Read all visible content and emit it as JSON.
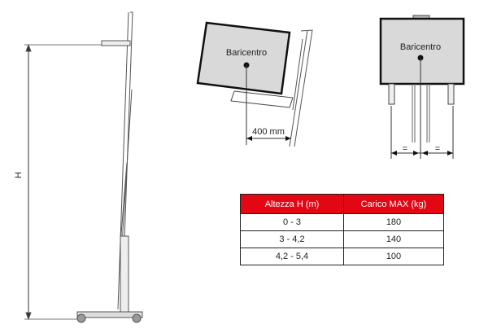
{
  "side_view": {
    "height_label": "H"
  },
  "tilt_view": {
    "center_label": "Baricentro",
    "distance_label": "400 mm"
  },
  "front_view": {
    "center_label": "Baricentro",
    "equal_left": "=",
    "equal_right": "="
  },
  "load_table": {
    "headers": [
      "Altezza H (m)",
      "Carico MAX  (kg)"
    ],
    "rows": [
      [
        "0 - 3",
        "180"
      ],
      [
        "3 - 4,2",
        "140"
      ],
      [
        "4,2 - 5,4",
        "100"
      ]
    ]
  },
  "colors": {
    "header": "#e30613",
    "box_fill": "#d9d9d9"
  }
}
